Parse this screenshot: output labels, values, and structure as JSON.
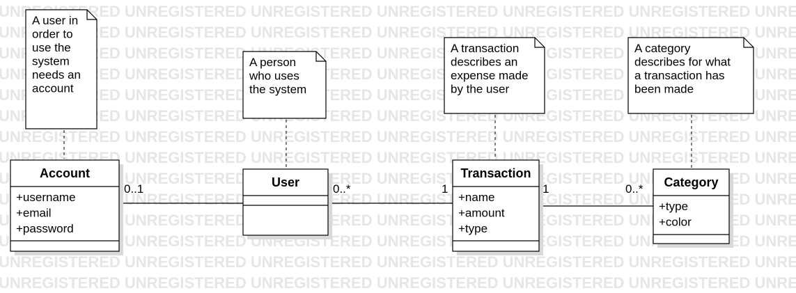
{
  "watermark": {
    "text": "UNREGISTERED"
  },
  "notes": [
    {
      "id": "note-account",
      "lines": [
        "A user in",
        "order to",
        "use the",
        "system",
        "needs an",
        "account"
      ]
    },
    {
      "id": "note-user",
      "lines": [
        "A person",
        "who uses",
        "the system"
      ]
    },
    {
      "id": "note-transaction",
      "lines": [
        "A transaction",
        "describes an",
        "expense made",
        "by the user"
      ]
    },
    {
      "id": "note-category",
      "lines": [
        "A category",
        "describes for what",
        "a transaction has",
        "been made"
      ]
    }
  ],
  "classes": [
    {
      "id": "account",
      "name": "Account",
      "attributes": [
        "+username",
        "+email",
        "+password"
      ]
    },
    {
      "id": "user",
      "name": "User",
      "attributes": []
    },
    {
      "id": "transaction",
      "name": "Transaction",
      "attributes": [
        "+name",
        "+amount",
        "+type"
      ]
    },
    {
      "id": "category",
      "name": "Category",
      "attributes": [
        "+type",
        "+color"
      ]
    }
  ],
  "associations": [
    {
      "from": "account",
      "to": "user",
      "from_mult": "0..1",
      "to_mult": ""
    },
    {
      "from": "user",
      "to": "transaction",
      "from_mult": "0..*",
      "to_mult": "1"
    },
    {
      "from": "transaction",
      "to": "category",
      "from_mult": "1",
      "to_mult": "0..*"
    }
  ],
  "colors": {
    "line": "#000000",
    "fill": "#ffffff",
    "shadow": "#d9d9d9",
    "watermark": "#e6e6e6"
  }
}
